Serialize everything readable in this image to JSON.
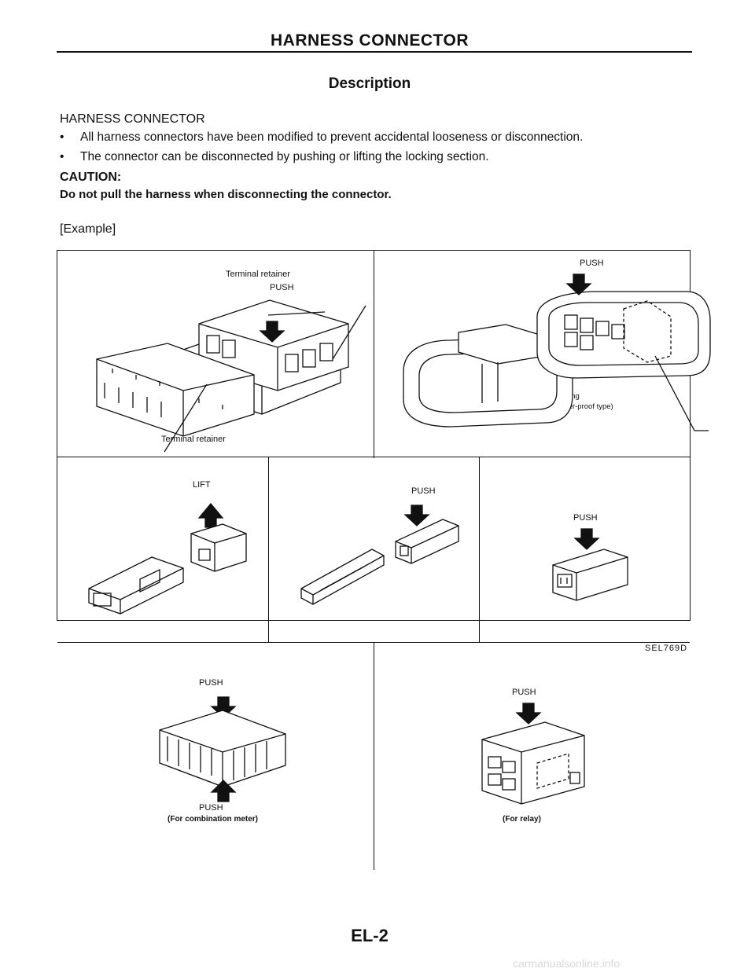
{
  "header": {
    "title": "HARNESS CONNECTOR"
  },
  "description": {
    "title": "Description",
    "section_title": "HARNESS CONNECTOR",
    "bullets": [
      "All harness connectors have been modified to prevent accidental looseness or disconnection.",
      "The connector can be disconnected by pushing or lifting the locking section."
    ],
    "caution_label": "CAUTION:",
    "caution_text": "Do not pull the harness when disconnecting the connector.",
    "example_label": "[Example]"
  },
  "figure": {
    "panel_top_left": {
      "retainer_top": "Terminal retainer",
      "push": "PUSH",
      "retainer_bottom": "Terminal retainer"
    },
    "panel_top_right": {
      "push": "PUSH",
      "packing_line1": "Packing",
      "packing_line2": "(Water-proof type)"
    },
    "panel_mid_left": {
      "lift": "LIFT"
    },
    "panel_mid_center": {
      "push": "PUSH"
    },
    "panel_mid_right": {
      "push": "PUSH"
    },
    "panel_bottom_left": {
      "push_top": "PUSH",
      "push_bottom": "PUSH",
      "note": "(For combination meter)"
    },
    "panel_bottom_right": {
      "push": "PUSH",
      "note": "(For relay)"
    },
    "code": "SEL769D"
  },
  "footer": {
    "page_number": "EL-2"
  },
  "watermark": "carmanualsonline.info"
}
